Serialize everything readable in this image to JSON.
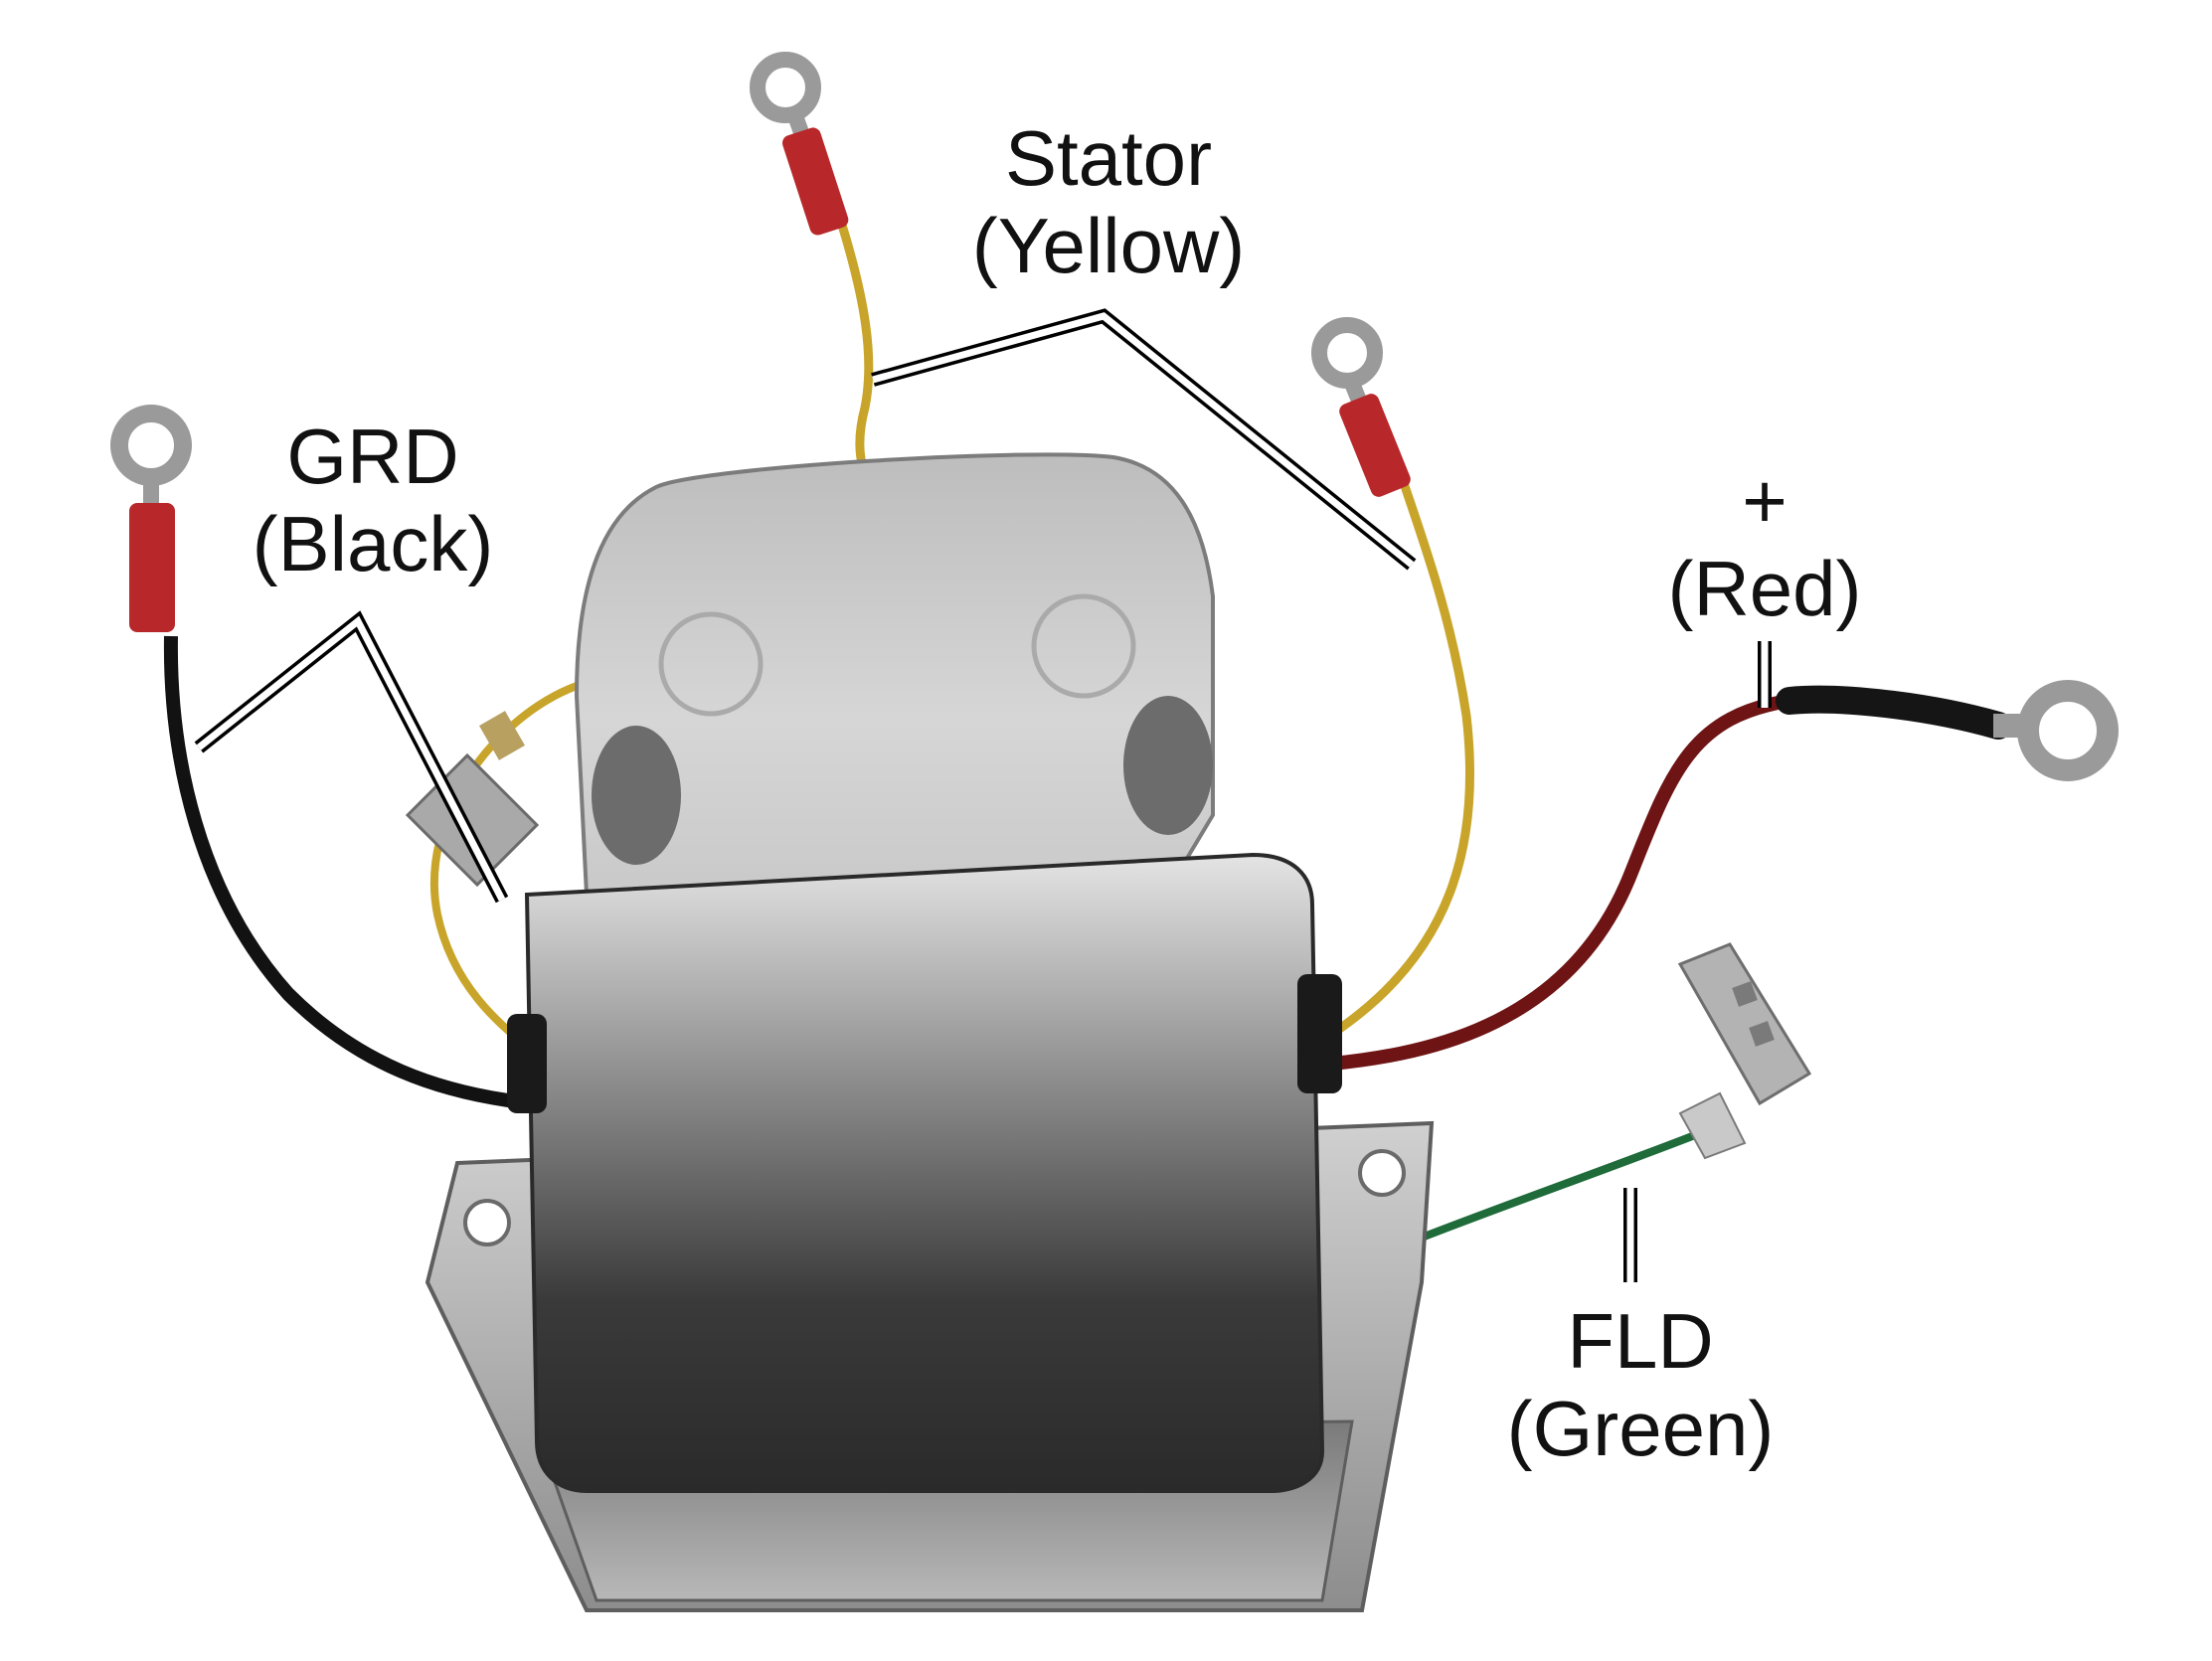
{
  "labels": {
    "stator": {
      "name": "Stator",
      "color": "(Yellow)"
    },
    "ground": {
      "name": "GRD",
      "color": "(Black)"
    },
    "positive": {
      "name": "+",
      "color": "(Red)"
    },
    "field": {
      "name": "FLD",
      "color": "(Green)"
    }
  },
  "wire_colors": {
    "stator": "#c8a52a",
    "ground": "#121212",
    "positive": "#6e1414",
    "field": "#1f6b3a"
  },
  "icons": [
    "ring-terminal-icon",
    "spade-terminal-icon",
    "mounting-hole-icon"
  ]
}
